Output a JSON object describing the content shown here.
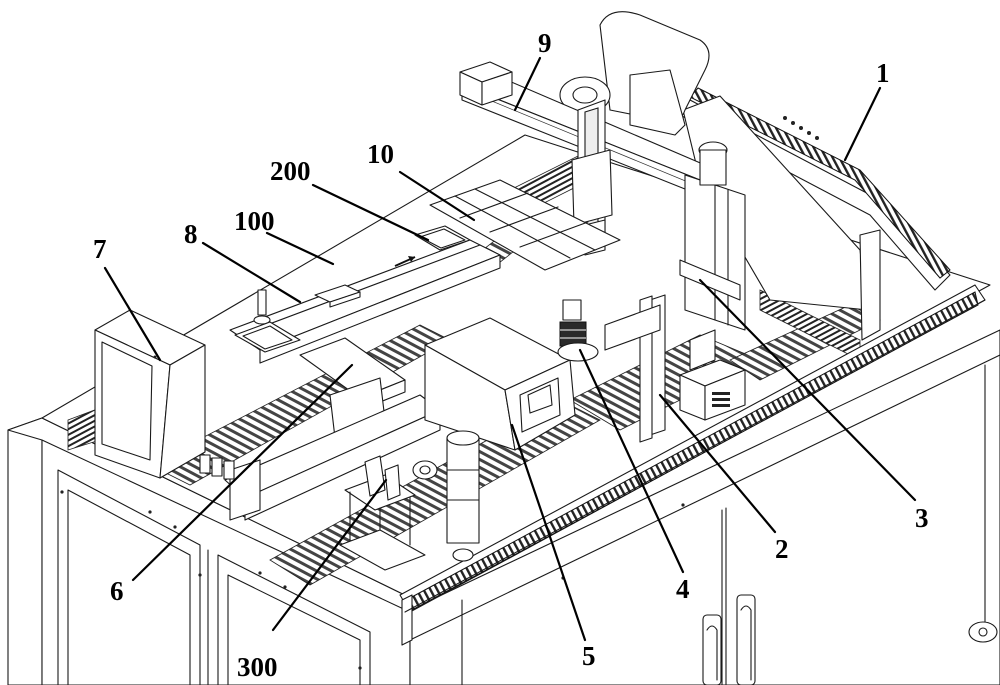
{
  "figure": {
    "type": "patent-line-drawing",
    "subject": "automated workstation (isometric view)",
    "labels": [
      {
        "id": "1",
        "text": "1"
      },
      {
        "id": "2",
        "text": "2"
      },
      {
        "id": "3",
        "text": "3"
      },
      {
        "id": "4",
        "text": "4"
      },
      {
        "id": "5",
        "text": "5"
      },
      {
        "id": "6",
        "text": "6"
      },
      {
        "id": "7",
        "text": "7"
      },
      {
        "id": "8",
        "text": "8"
      },
      {
        "id": "9",
        "text": "9"
      },
      {
        "id": "10",
        "text": "10"
      },
      {
        "id": "100",
        "text": "100"
      },
      {
        "id": "200",
        "text": "200"
      },
      {
        "id": "300",
        "text": "300"
      }
    ]
  }
}
